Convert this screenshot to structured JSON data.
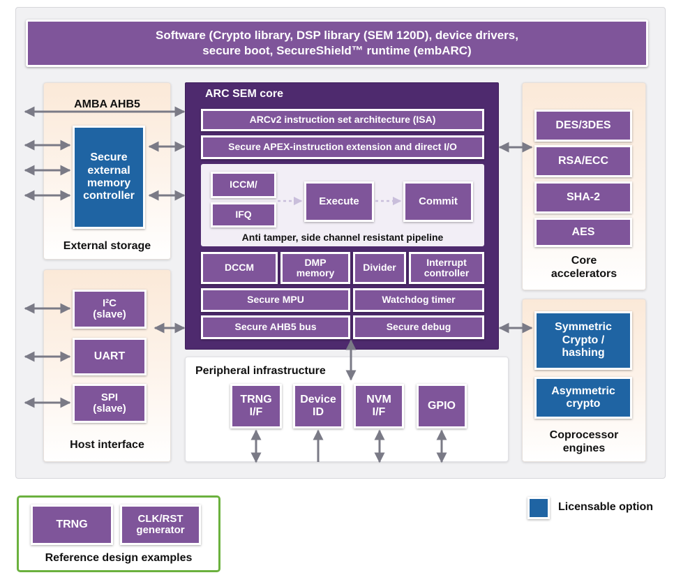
{
  "software_bar": {
    "line1": "Software (Crypto library, DSP library (SEM 120D), device drivers,",
    "line2": "secure boot, SecureShield™ runtime (embARC)"
  },
  "external_storage": {
    "bus_label": "AMBA AHB5",
    "controller": [
      "Secure",
      "external",
      "memory",
      "controller"
    ],
    "caption": "External storage"
  },
  "host_interface": {
    "i2c": [
      "I²C",
      "(slave)"
    ],
    "uart": "UART",
    "spi": [
      "SPI",
      "(slave)"
    ],
    "caption": "Host interface"
  },
  "core": {
    "title": "ARC SEM core",
    "isa": "ARCv2 instruction set architecture (ISA)",
    "apex": "Secure APEX-instruction extension and direct I/O",
    "iccm": "ICCM/",
    "ifq": "IFQ",
    "execute": "Execute",
    "commit": "Commit",
    "pipeline_caption": "Anti tamper, side channel resistant pipeline",
    "dccm": "DCCM",
    "dmp": [
      "DMP",
      "memory"
    ],
    "divider": "Divider",
    "interrupt": [
      "Interrupt",
      "controller"
    ],
    "mpu": "Secure MPU",
    "watchdog": "Watchdog timer",
    "ahb5": "Secure AHB5 bus",
    "debug": "Secure debug"
  },
  "core_accelerators": {
    "items": [
      "DES/3DES",
      "RSA/ECC",
      "SHA-2",
      "AES"
    ],
    "caption": [
      "Core",
      "accelerators"
    ]
  },
  "coprocessor": {
    "symmetric": [
      "Symmetric",
      "Crypto /",
      "hashing"
    ],
    "asymmetric": [
      "Asymmetric",
      "crypto"
    ],
    "caption": [
      "Coprocessor",
      "engines"
    ]
  },
  "peripheral": {
    "title": "Peripheral infrastructure",
    "trng": [
      "TRNG",
      "I/F"
    ],
    "device_id": [
      "Device",
      "ID"
    ],
    "nvm": [
      "NVM",
      "I/F"
    ],
    "gpio": "GPIO"
  },
  "reference": {
    "trng": "TRNG",
    "clk": [
      "CLK/RST",
      "generator"
    ],
    "caption": "Reference design examples"
  },
  "legend": {
    "label": "Licensable option",
    "color": "#1f64a3"
  },
  "colors": {
    "purple": "#7f559a",
    "core_dark": "#4e2a6e",
    "blue": "#1f64a3",
    "green_border": "#6bb13e",
    "arrow": "#7a7a86"
  }
}
